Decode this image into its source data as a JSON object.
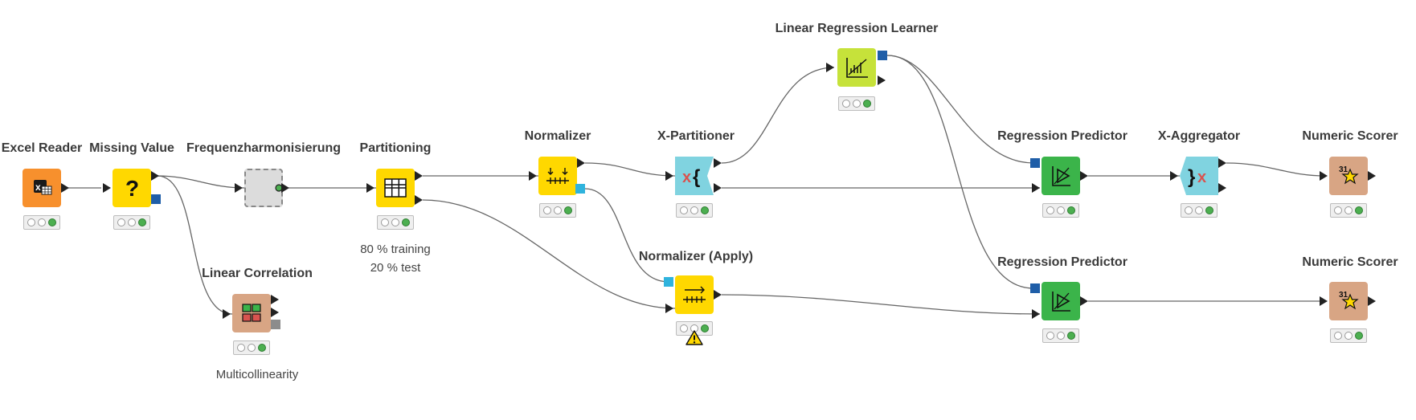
{
  "colors": {
    "io": "#f7902d",
    "manipulator": "#ffd800",
    "metanode": "#dcdcdc",
    "learner": "#c6e23a",
    "predictor": "#3bb44a",
    "loop": "#80d3e0",
    "scorer": "#d8a584",
    "edge": "#666666",
    "model_port": "#1f5ea8",
    "normalizer_port": "#2fb3dd",
    "success": "#4caf50"
  },
  "nodes": [
    {
      "id": "excel-reader",
      "title": "Excel Reader",
      "icon": "excel-icon",
      "color": "io"
    },
    {
      "id": "missing-value",
      "title": "Missing Value",
      "icon": "question-mark-icon",
      "color": "manipulator"
    },
    {
      "id": "frequenz",
      "title": "Frequenzharmonisierung",
      "icon": "metanode-icon",
      "color": "metanode"
    },
    {
      "id": "partitioning",
      "title": "Partitioning",
      "icon": "partition-grid-icon",
      "color": "manipulator"
    },
    {
      "id": "normalizer",
      "title": "Normalizer",
      "icon": "normalize-icon",
      "color": "manipulator"
    },
    {
      "id": "x-partitioner",
      "title": "X-Partitioner",
      "icon": "loop-start-icon",
      "color": "loop"
    },
    {
      "id": "lr-learner",
      "title": "Linear Regression Learner",
      "icon": "regression-chart-icon",
      "color": "learner"
    },
    {
      "id": "reg-predictor-1",
      "title": "Regression Predictor",
      "icon": "predictor-icon",
      "color": "predictor"
    },
    {
      "id": "x-aggregator",
      "title": "X-Aggregator",
      "icon": "loop-end-icon",
      "color": "loop"
    },
    {
      "id": "numeric-scorer-1",
      "title": "Numeric Scorer",
      "icon": "scorer-icon",
      "color": "scorer"
    },
    {
      "id": "linear-correlation",
      "title": "Linear Correlation",
      "icon": "correlation-matrix-icon",
      "color": "scorer"
    },
    {
      "id": "normalizer-apply",
      "title": "Normalizer (Apply)",
      "icon": "normalize-apply-icon",
      "color": "manipulator"
    },
    {
      "id": "reg-predictor-2",
      "title": "Regression Predictor",
      "icon": "predictor-icon",
      "color": "predictor"
    },
    {
      "id": "numeric-scorer-2",
      "title": "Numeric Scorer",
      "icon": "scorer-icon",
      "color": "scorer"
    }
  ],
  "annotations": {
    "partitioning": {
      "line1": "80 % training",
      "line2": "20 % test"
    },
    "linear_correlation": "Multicollinearity"
  },
  "scorer_badge": "31",
  "warning_icon": "warning-triangle-icon"
}
